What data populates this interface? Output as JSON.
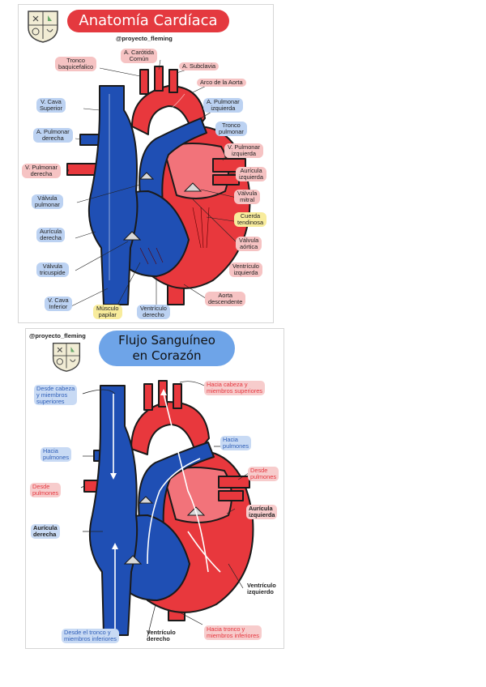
{
  "panel1": {
    "title": "Anatomía Cardíaca",
    "handle": "@proyecto_fleming",
    "labels": {
      "tronco": "Tronco\nbaquicefalico",
      "carotida": "A. Carótida\nComún",
      "subclavia": "A. Subclavia",
      "arco": "Arco de la Aorta",
      "vcava_sup": "V. Cava\nSuperior",
      "apulm_izq": "A. Pulmonar\nizquierda",
      "tronco_pulm": "Tronco\npulmonar",
      "apulm_der": "A. Pulmonar\nderecha",
      "vpulm_izq": "V. Pulmonar\nizquierda",
      "vpulm_der": "V. Pulmonar\nderecha",
      "auricula_izq": "Aurícula\nizquierda",
      "valv_mitral": "Válvula\nmitral",
      "valv_pulmonar": "Válvula\npulmonar",
      "cuerda": "Cuerda\ntendinosa",
      "auricula_der": "Aurícula\nderecha",
      "valv_aortica": "Válvula\naórtica",
      "valv_tricuspide": "Válvula\ntricuspide",
      "ventr_izq": "Ventrículo\nizquierda",
      "vcava_inf": "V. Cava\nInferior",
      "aorta_desc": "Aorta\ndescendente",
      "musculo": "Músculo\npapilar",
      "ventr_der": "Ventrículo\nderecho"
    }
  },
  "panel2": {
    "title": "Flujo Sanguíneo\nen Corazón",
    "handle": "@proyecto_fleming",
    "labels": {
      "desde_cabeza": "Desde cabeza\ny miembros\nsuperiores",
      "hacia_cabeza": "Hacia cabeza y\nmiembros superiores",
      "hacia_pulm_izq": "Hacia\npulmones",
      "hacia_pulm_der": "Hacia\npulmones",
      "desde_pulm_izq": "Desde\npulmones",
      "desde_pulm_der": "Desde\npulmones",
      "auricula_izq": "Aurícula\nizquierda",
      "auricula_der": "Aurícula\nderecha",
      "ventr_izq": "Ventrículo\nizquierdo",
      "desde_tronco": "Desde el tronco y\nmiembros inferiores",
      "ventr_der": "Ventrículo\nderecho",
      "hacia_tronco": "Hacia tronco y\nmiembros inferiores"
    }
  },
  "colors": {
    "red": "#e8383d",
    "red_light": "#f2737a",
    "blue": "#1f4fb4",
    "blue_light": "#3a73d8",
    "outline": "#1a1a1a"
  }
}
